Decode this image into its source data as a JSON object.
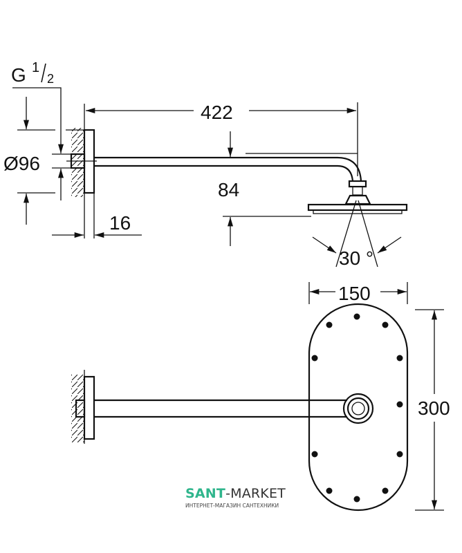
{
  "labels": {
    "thread_g": "G",
    "thread_num": "1",
    "thread_den": "2",
    "length": "422",
    "diameter": "Ø96",
    "drop": "84",
    "flange_depth": "16",
    "spray_angle": "30 °",
    "head_width": "150",
    "head_length": "300"
  },
  "watermark": {
    "brand_a": "SANT",
    "brand_b": "-MARKET",
    "tagline": "ИНТЕРНЕТ-МАГАЗИН САНТЕХНИКИ",
    "brand_color": "#2fb58c"
  }
}
